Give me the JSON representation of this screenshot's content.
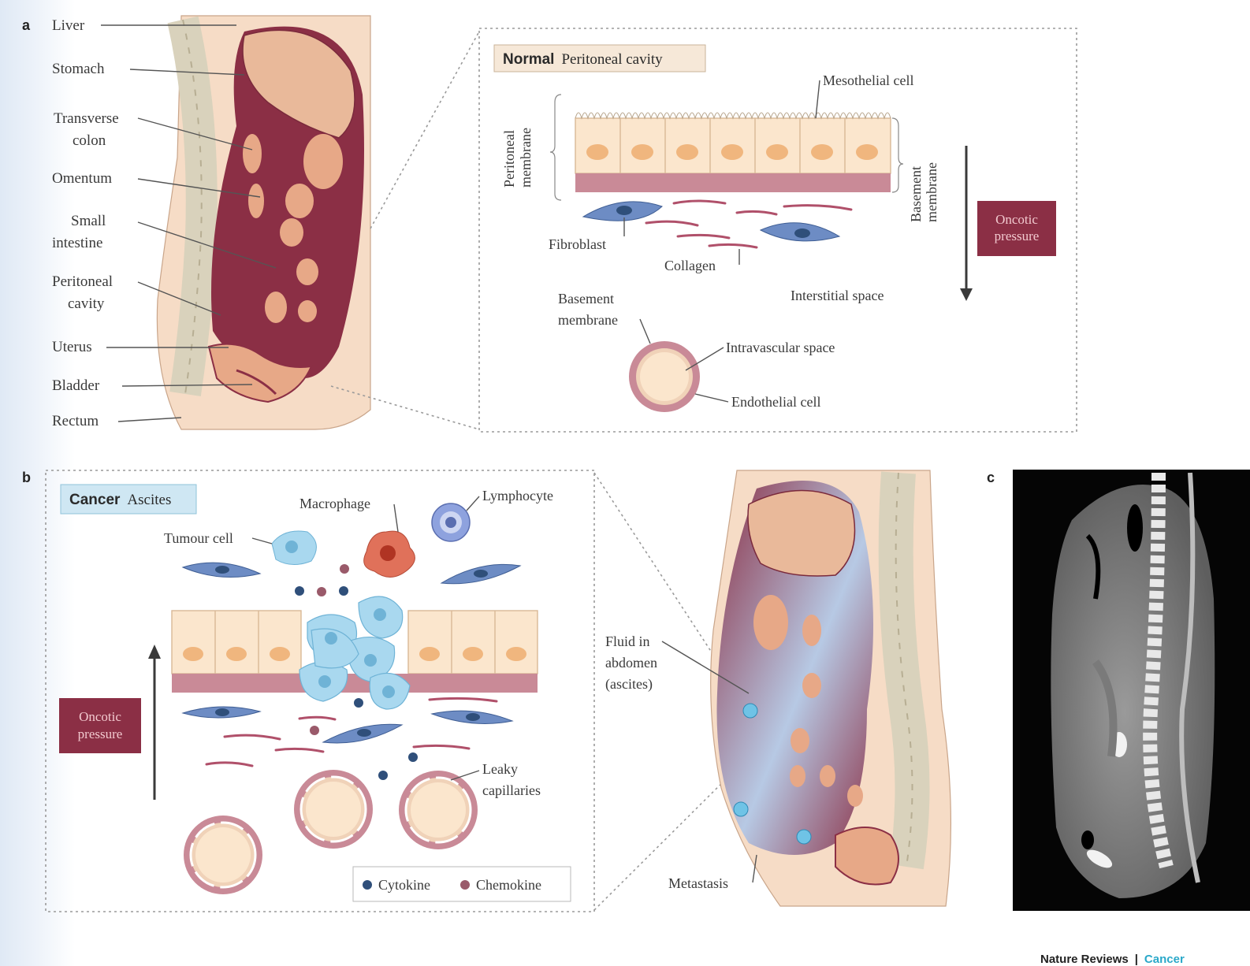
{
  "panel_a": {
    "letter": "a",
    "anatomy_labels": [
      "Liver",
      "Stomach",
      "Transverse",
      "colon",
      "Omentum",
      "Small",
      "intestine",
      "Peritoneal",
      "cavity",
      "Uterus",
      "Bladder",
      "Rectum"
    ],
    "inset": {
      "tag_bold": "Normal",
      "tag_rest": "Peritoneal cavity",
      "mesothelial_cell": "Mesothelial cell",
      "peritoneal_membrane_1": "Peritoneal",
      "peritoneal_membrane_2": "membrane",
      "basement_membrane_side_1": "Basement",
      "basement_membrane_side_2": "membrane",
      "oncotic_1": "Oncotic",
      "oncotic_2": "pressure",
      "fibroblast": "Fibroblast",
      "collagen": "Collagen",
      "interstitial_space": "Interstitial space",
      "basement_membrane_1": "Basement",
      "basement_membrane_2": "membrane",
      "intravascular_space": "Intravascular space",
      "endothelial_cell": "Endothelial cell"
    },
    "colors": {
      "maroon": "#8b2f45",
      "pink_wall": "#c98a97",
      "skin": "#f6dcc6",
      "cell_fill": "#fbe6cd",
      "nucleus": "#f0b67e",
      "fibro": "#5b7bb5"
    }
  },
  "panel_b": {
    "letter": "b",
    "tag_bold": "Cancer",
    "tag_rest": "Ascites",
    "macrophage": "Macrophage",
    "lymphocyte": "Lymphocyte",
    "tumour_cell": "Tumour cell",
    "oncotic_1": "Oncotic",
    "oncotic_2": "pressure",
    "leaky_1": "Leaky",
    "leaky_2": "capillaries",
    "legend_cytokine": "Cytokine",
    "legend_chemokine": "Chemokine",
    "fluid_1": "Fluid in",
    "fluid_2": "abdomen",
    "fluid_3": "(ascites)",
    "metastasis": "Metastasis",
    "colors": {
      "tumour": "#a9d8ef",
      "cytokine": "#2f4f7a",
      "chemokine": "#9a5a6a",
      "macrophage": "#e0715a"
    }
  },
  "panel_c": {
    "letter": "c",
    "scan_icon": "ct-scan-image"
  },
  "credit": {
    "journal": "Nature Reviews",
    "separator": "|",
    "section": "Cancer"
  }
}
